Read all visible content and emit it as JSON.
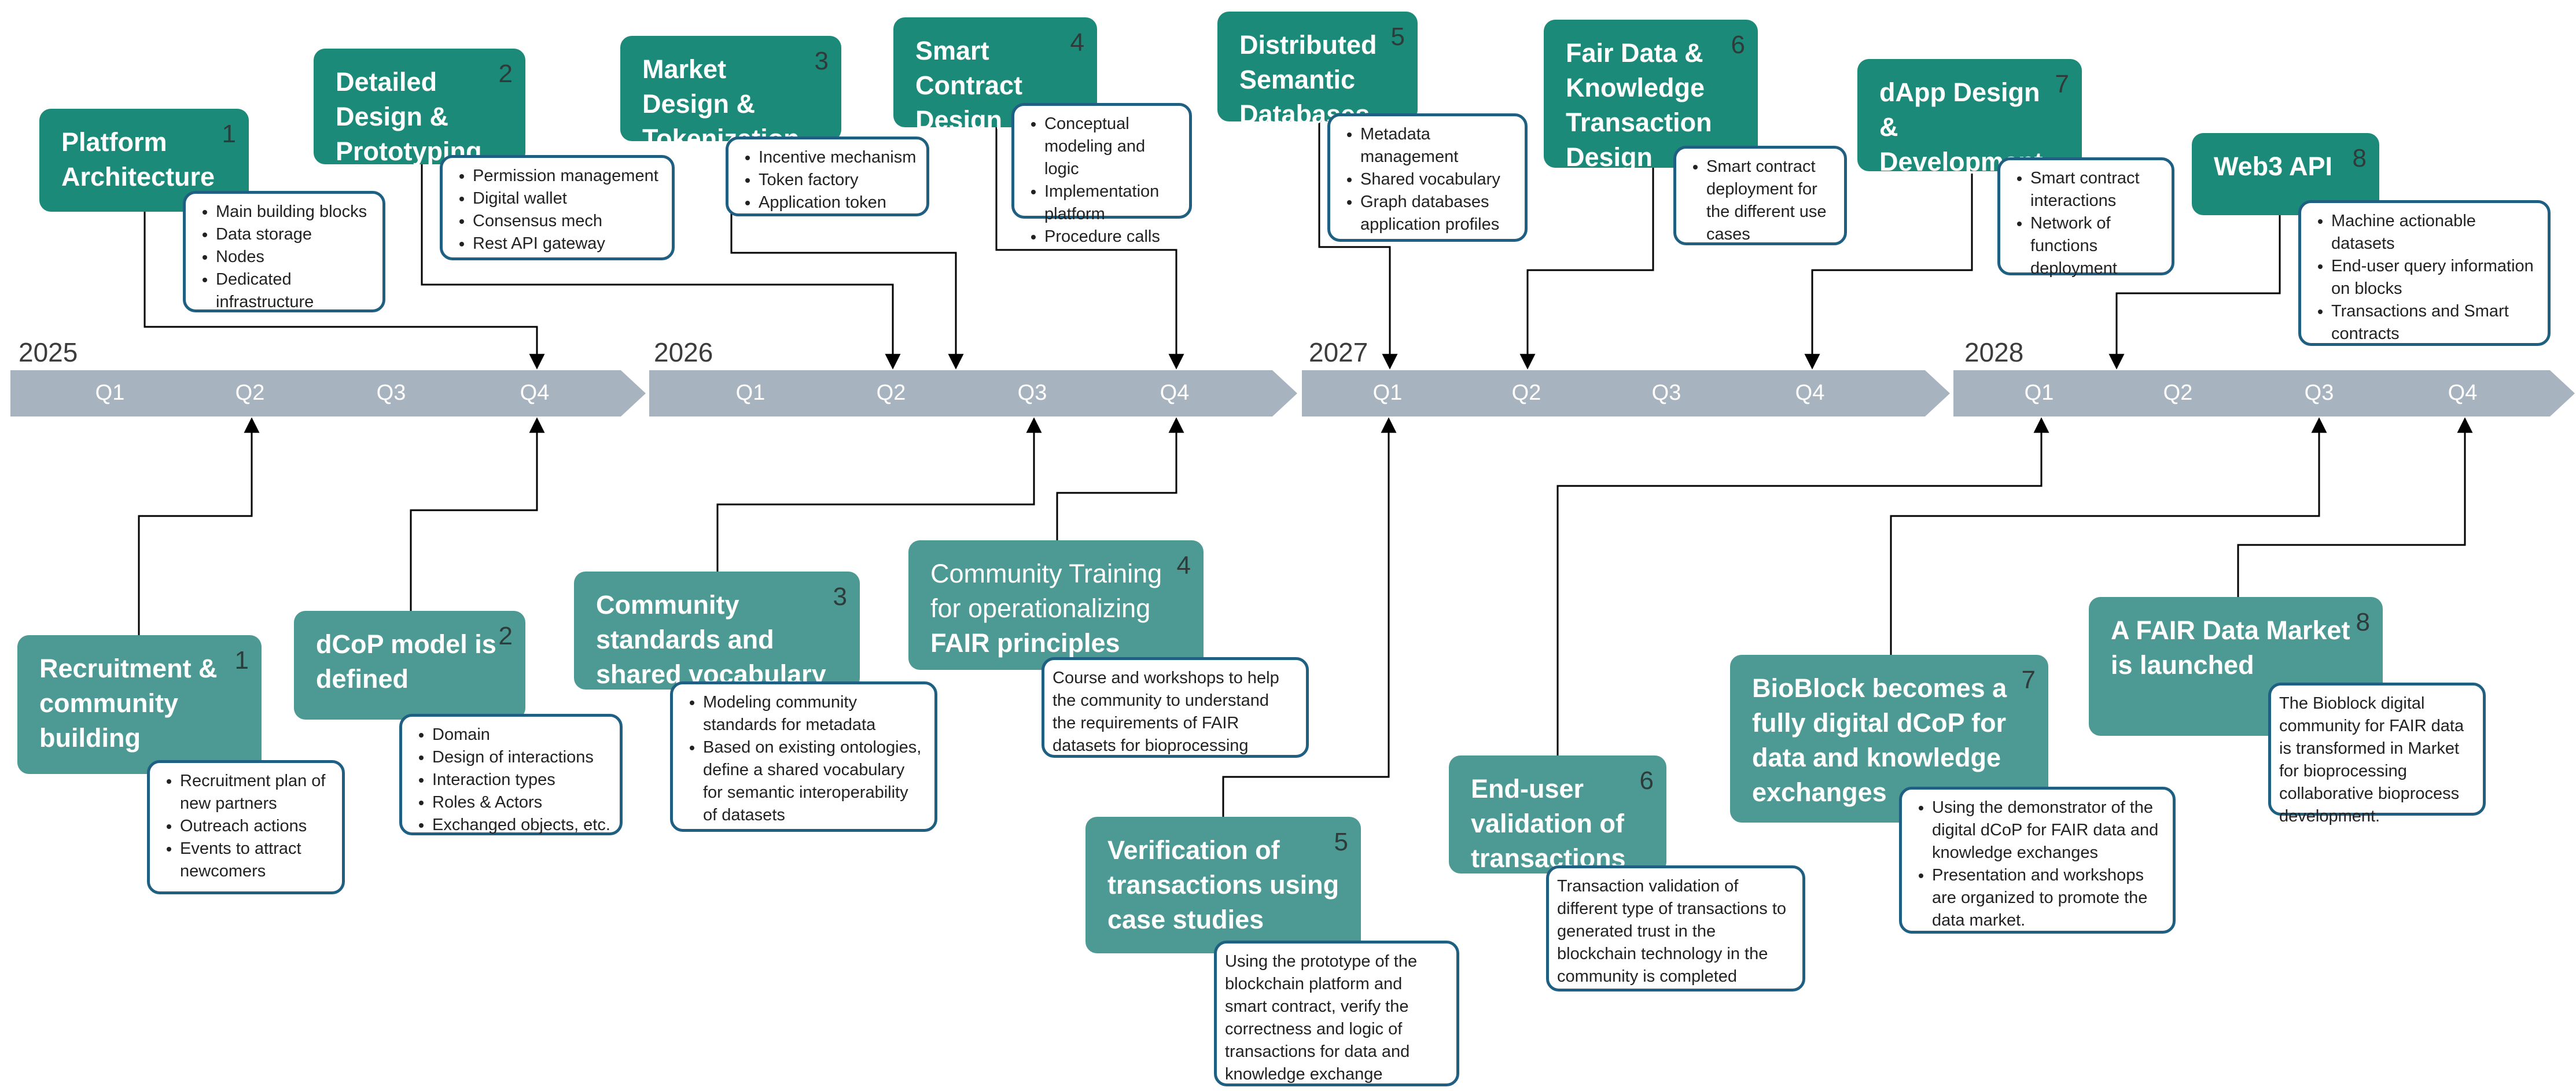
{
  "timeline": {
    "years": [
      "2025",
      "2026",
      "2027",
      "2028"
    ],
    "quarters": [
      "Q1",
      "Q2",
      "Q3",
      "Q4"
    ]
  },
  "top_milestones": [
    {
      "title_lines": [
        "Platform",
        "Architecture"
      ],
      "number": "1",
      "items": [
        "Main building blocks",
        "Data storage",
        "Nodes",
        "Dedicated",
        "infrastructure"
      ]
    },
    {
      "title_lines": [
        "Detailed",
        "Design &",
        "Prototyping"
      ],
      "number": "2",
      "items": [
        "Permission management",
        "Digital wallet",
        "Consensus mech",
        "Rest API gateway"
      ]
    },
    {
      "title_lines": [
        "Market",
        "Design &",
        "Tokenization"
      ],
      "number": "3",
      "items": [
        "Incentive mechanism",
        "Token factory",
        "Application token"
      ]
    },
    {
      "title_lines": [
        "Smart",
        "Contract",
        "Design"
      ],
      "number": "4",
      "items": [
        "Conceptual modeling and logic",
        "Implementation platform",
        "Procedure calls"
      ]
    },
    {
      "title_lines": [
        "Distributed",
        "Semantic",
        "Databases"
      ],
      "number": "5",
      "items": [
        "Metadata management",
        "Shared vocabulary",
        "Graph databases application profiles"
      ]
    },
    {
      "title_lines": [
        "Fair Data &",
        "Knowledge",
        "Transaction",
        "Design"
      ],
      "number": "6",
      "items": [
        "Smart contract deployment for the different use cases"
      ]
    },
    {
      "title_lines": [
        "dApp Design",
        "&",
        "Development"
      ],
      "number": "7",
      "items": [
        "Smart contract interactions",
        "Network of functions deployment"
      ]
    },
    {
      "title_lines": [
        "Web3 API"
      ],
      "number": "8",
      "items": [
        "Machine actionable datasets",
        "End-user query information on blocks",
        "Transactions and Smart contracts"
      ]
    }
  ],
  "bottom_milestones": [
    {
      "title_lines": [
        "Recruitment &",
        "community",
        "building"
      ],
      "number": "1",
      "items": [
        "Recruitment plan of new partners",
        "Outreach actions",
        "Events to attract newcomers"
      ]
    },
    {
      "title_lines": [
        "dCoP model is",
        "defined"
      ],
      "number": "2",
      "items": [
        "Domain",
        "Design of interactions",
        "Interaction types",
        "Roles & Actors",
        "Exchanged objects, etc."
      ]
    },
    {
      "title_lines": [
        "Community",
        "standards and",
        "shared vocabulary"
      ],
      "number": "3",
      "items": [
        "Modeling community standards for metadata",
        "Based on existing ontologies, define a shared vocabulary for semantic interoperability of datasets"
      ]
    },
    {
      "title_lines": [
        "Community Training",
        "for operationalizing",
        "FAIR principles"
      ],
      "number": "4",
      "text": "Course and workshops to help the community to understand the requirements of FAIR datasets for bioprocessing"
    },
    {
      "title_lines": [
        "Verification of",
        "transactions using",
        "case studies"
      ],
      "number": "5",
      "text": "Using the prototype of the blockchain platform and smart contract, verify the correctness and logic of transactions for data and knowledge exchange"
    },
    {
      "title_lines": [
        "End-user",
        "validation of",
        "transactions"
      ],
      "number": "6",
      "text": "Transaction validation of different type of transactions to generated trust in the blockchain technology in the community is completed"
    },
    {
      "title_lines": [
        "BioBlock becomes a",
        "fully digital dCoP for",
        "data and knowledge",
        "exchanges"
      ],
      "number": "7",
      "items": [
        "Using the demonstrator of the digital dCoP for FAIR data and knowledge exchanges",
        "Presentation and workshops are organized to promote the data market."
      ]
    },
    {
      "title_lines": [
        "A FAIR Data Market",
        "is launched"
      ],
      "number": "8",
      "text": "The Bioblock digital community for FAIR data is transformed in Market for bioprocessing collaborative bioprocess development."
    }
  ],
  "colors": {
    "top_title": "#1c8a78",
    "bottom_title": "#4c9a93",
    "detail_border": "#1f5f82",
    "timeline": "#a7b3bf"
  }
}
